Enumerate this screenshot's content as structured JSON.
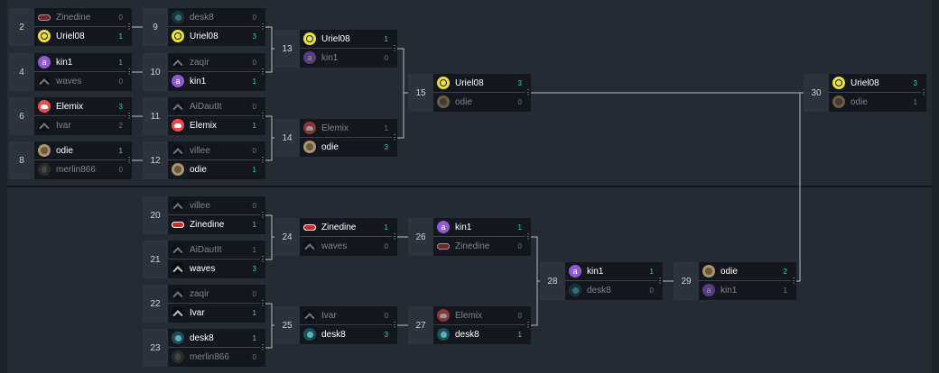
{
  "icons": {
    "Uriel08": "sun-avatar-icon",
    "kin1": "letter-a-avatar-icon",
    "Elemix": "discord-avatar-icon",
    "Zinedine": "cloud-avatar-icon",
    "odie": "odie-avatar-icon",
    "desk8": "desk-avatar-icon",
    "merlin866": "merlin-avatar-icon",
    "default": "silhouette-avatar-icon"
  },
  "colors": {
    "win_score": "#37d38c",
    "background": "#252b33",
    "card": "#14181e",
    "line": "#b9bec4"
  },
  "matches": [
    {
      "id": "2",
      "p": [
        {
          "name": "Zinedine",
          "score": "0",
          "win": false
        },
        {
          "name": "Uriel08",
          "score": "1",
          "win": true
        }
      ]
    },
    {
      "id": "4",
      "p": [
        {
          "name": "kin1",
          "score": "1",
          "win": true
        },
        {
          "name": "waves",
          "score": "0",
          "win": false
        }
      ]
    },
    {
      "id": "6",
      "p": [
        {
          "name": "Elemix",
          "score": "3",
          "win": true
        },
        {
          "name": "Ivar",
          "score": "2",
          "win": false
        }
      ]
    },
    {
      "id": "8",
      "p": [
        {
          "name": "odie",
          "score": "1",
          "win": true
        },
        {
          "name": "merlin866",
          "score": "0",
          "win": false
        }
      ]
    },
    {
      "id": "9",
      "p": [
        {
          "name": "desk8",
          "score": "0",
          "win": false
        },
        {
          "name": "Uriel08",
          "score": "3",
          "win": true
        }
      ]
    },
    {
      "id": "10",
      "p": [
        {
          "name": "zaqir",
          "score": "0",
          "win": false
        },
        {
          "name": "kin1",
          "score": "1",
          "win": true
        }
      ]
    },
    {
      "id": "11",
      "p": [
        {
          "name": "AiDautIt",
          "score": "0",
          "win": false
        },
        {
          "name": "Elemix",
          "score": "1",
          "win": true
        }
      ]
    },
    {
      "id": "12",
      "p": [
        {
          "name": "villee",
          "score": "0",
          "win": false
        },
        {
          "name": "odie",
          "score": "1",
          "win": true
        }
      ]
    },
    {
      "id": "13",
      "p": [
        {
          "name": "Uriel08",
          "score": "1",
          "win": true
        },
        {
          "name": "kin1",
          "score": "0",
          "win": false
        }
      ]
    },
    {
      "id": "14",
      "p": [
        {
          "name": "Elemix",
          "score": "1",
          "win": false
        },
        {
          "name": "odie",
          "score": "3",
          "win": true
        }
      ]
    },
    {
      "id": "15",
      "p": [
        {
          "name": "Uriel08",
          "score": "3",
          "win": true
        },
        {
          "name": "odie",
          "score": "0",
          "win": false
        }
      ]
    },
    {
      "id": "30",
      "p": [
        {
          "name": "Uriel08",
          "score": "3",
          "win": true
        },
        {
          "name": "odie",
          "score": "1",
          "win": false
        }
      ]
    },
    {
      "id": "20",
      "p": [
        {
          "name": "villee",
          "score": "0",
          "win": false
        },
        {
          "name": "Zinedine",
          "score": "1",
          "win": true
        }
      ]
    },
    {
      "id": "21",
      "p": [
        {
          "name": "AiDautIt",
          "score": "1",
          "win": false
        },
        {
          "name": "waves",
          "score": "3",
          "win": true
        }
      ]
    },
    {
      "id": "22",
      "p": [
        {
          "name": "zaqir",
          "score": "0",
          "win": false
        },
        {
          "name": "Ivar",
          "score": "1",
          "win": true
        }
      ]
    },
    {
      "id": "23",
      "p": [
        {
          "name": "desk8",
          "score": "1",
          "win": true
        },
        {
          "name": "merlin866",
          "score": "0",
          "win": false
        }
      ]
    },
    {
      "id": "24",
      "p": [
        {
          "name": "Zinedine",
          "score": "1",
          "win": true
        },
        {
          "name": "waves",
          "score": "0",
          "win": false
        }
      ]
    },
    {
      "id": "25",
      "p": [
        {
          "name": "Ivar",
          "score": "0",
          "win": false
        },
        {
          "name": "desk8",
          "score": "3",
          "win": true
        }
      ]
    },
    {
      "id": "26",
      "p": [
        {
          "name": "kin1",
          "score": "1",
          "win": true
        },
        {
          "name": "Zinedine",
          "score": "0",
          "win": false
        }
      ]
    },
    {
      "id": "27",
      "p": [
        {
          "name": "Elemix",
          "score": "0",
          "win": false
        },
        {
          "name": "desk8",
          "score": "1",
          "win": true
        }
      ]
    },
    {
      "id": "28",
      "p": [
        {
          "name": "kin1",
          "score": "1",
          "win": true
        },
        {
          "name": "desk8",
          "score": "0",
          "win": false
        }
      ]
    },
    {
      "id": "29",
      "p": [
        {
          "name": "odie",
          "score": "2",
          "win": true
        },
        {
          "name": "kin1",
          "score": "1",
          "win": false
        }
      ]
    }
  ],
  "menu_glyph": "⋮",
  "kin1_letter": "a"
}
